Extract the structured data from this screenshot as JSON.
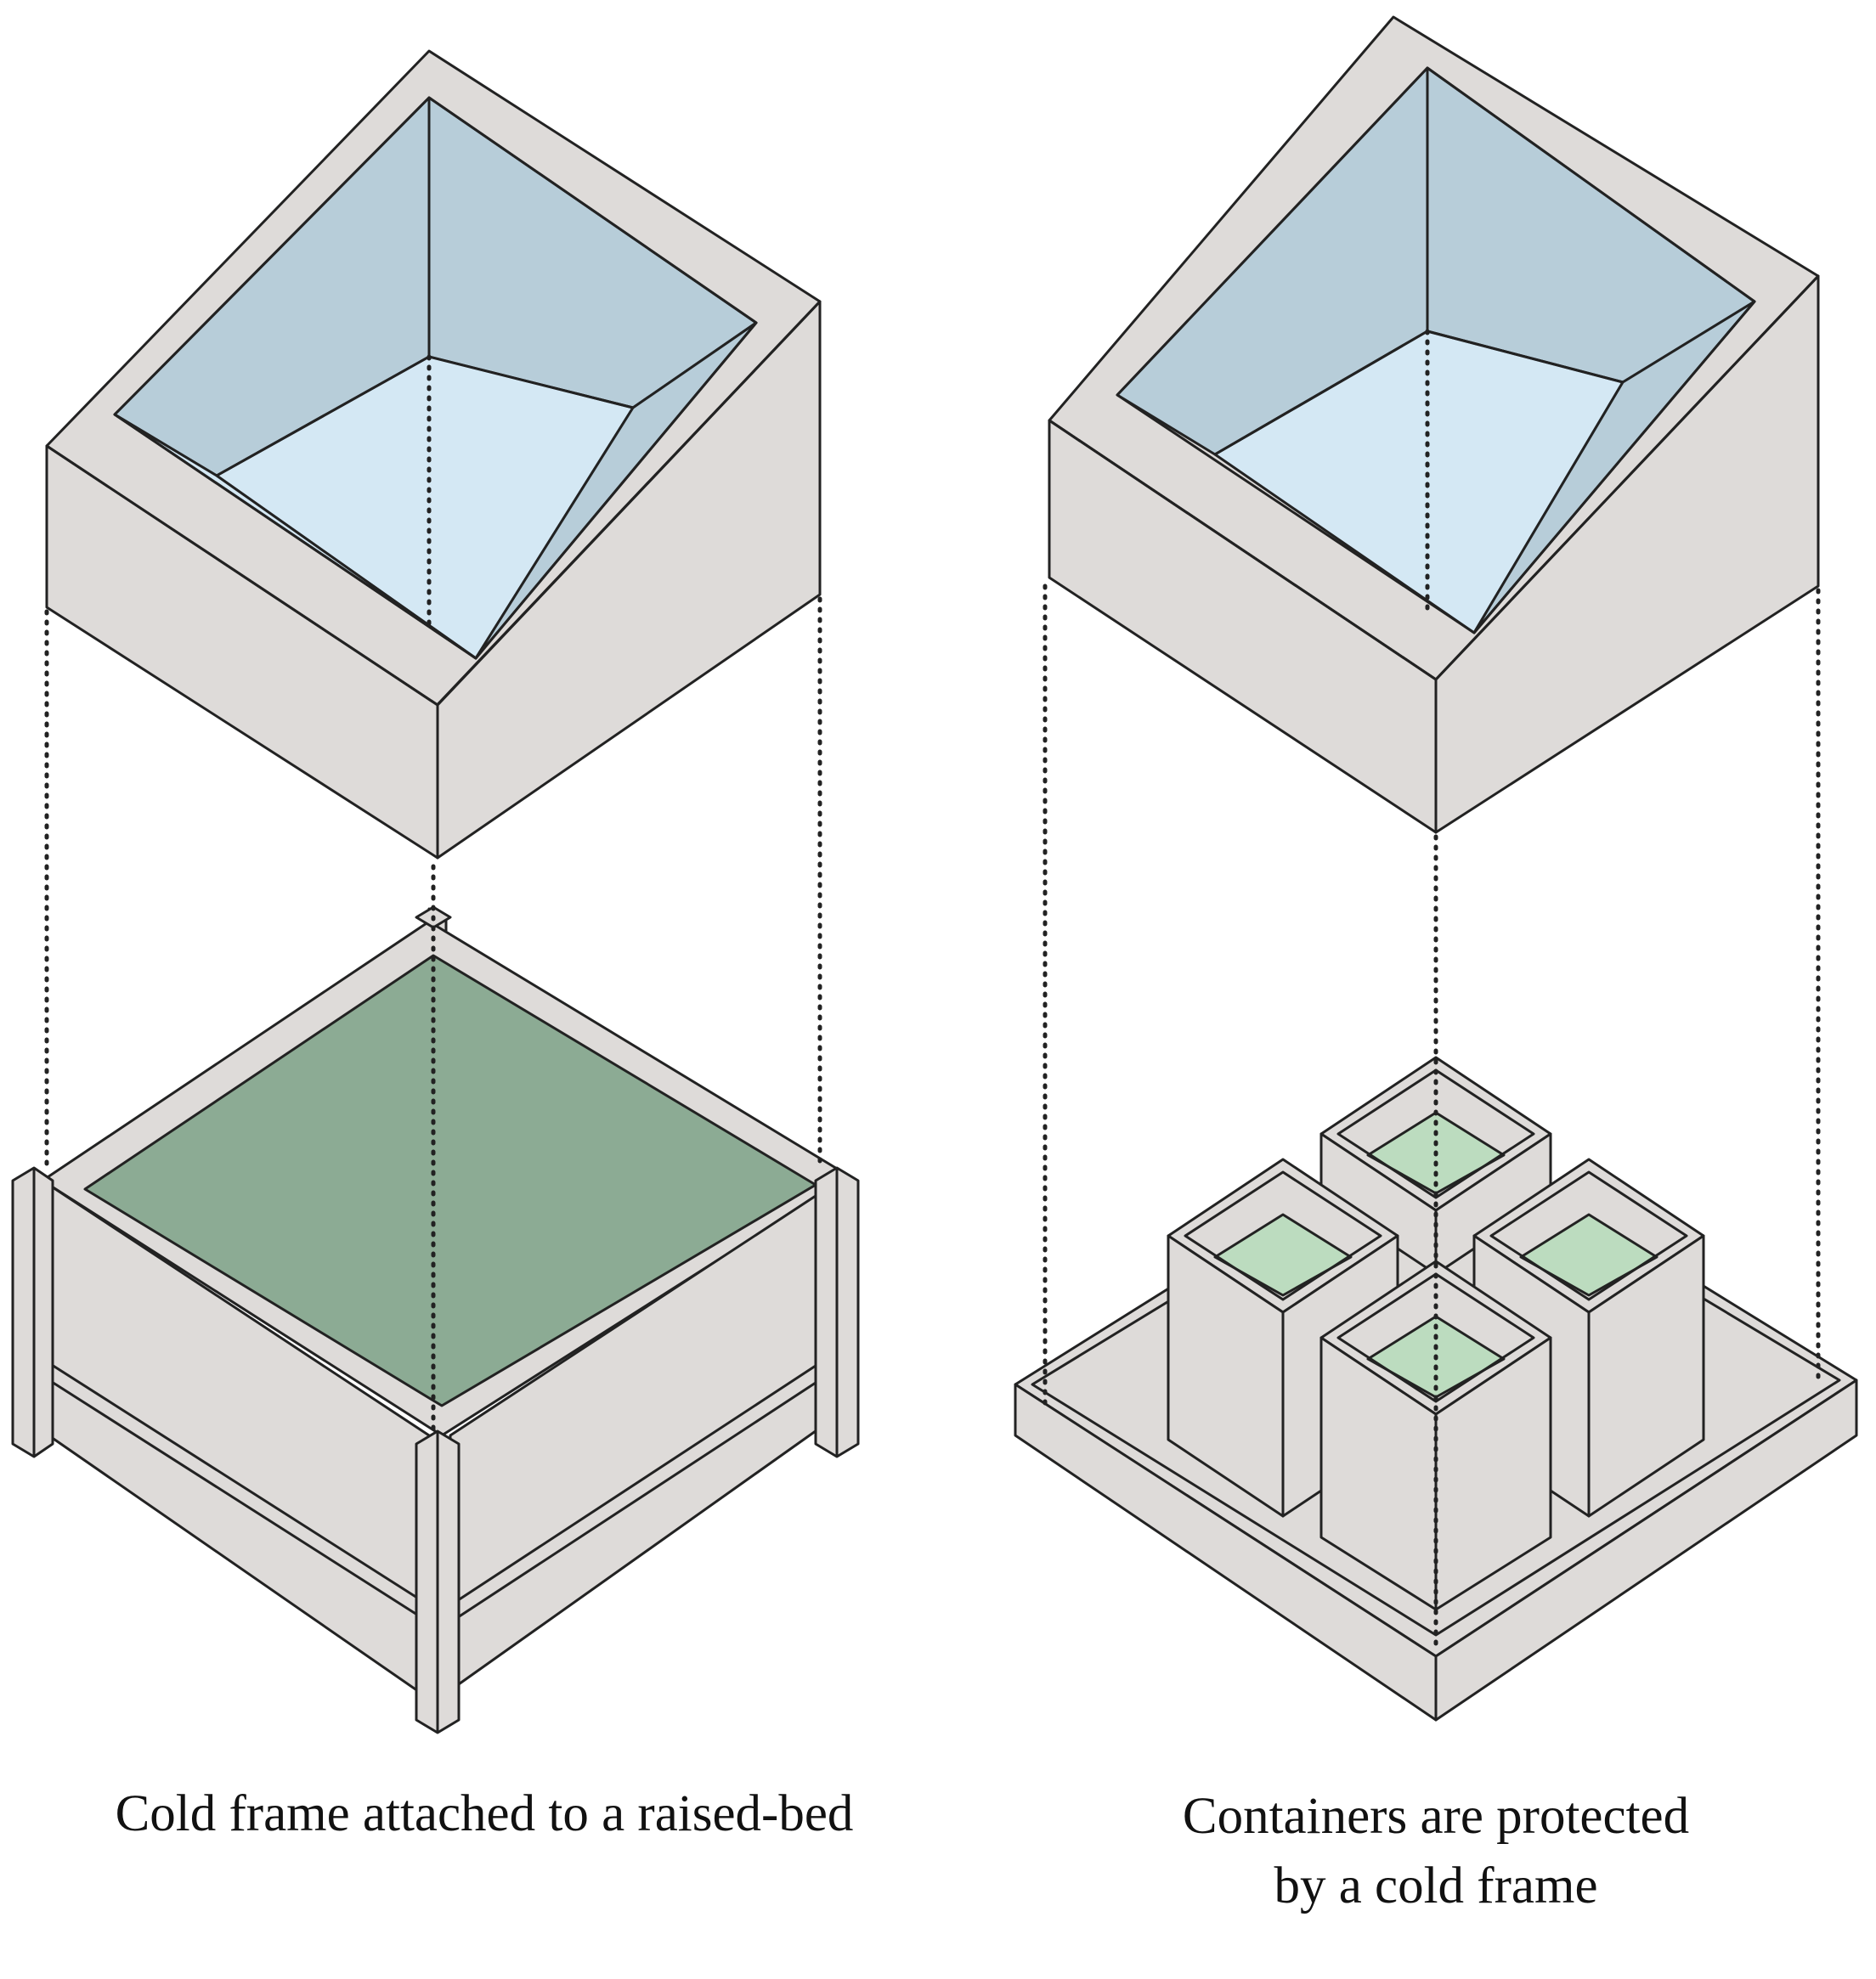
{
  "captions": {
    "left": "Cold frame attached to a raised-bed",
    "right_line1": "Containers are protected",
    "right_line2": "by a cold frame"
  },
  "colors": {
    "frame_gray": "#dedbd9",
    "glass_dark": "#b7cdd9",
    "glass_light": "#d4e8f4",
    "soil_dark": "#8cab94",
    "soil_light": "#bcdcbf",
    "outline": "#222222"
  }
}
